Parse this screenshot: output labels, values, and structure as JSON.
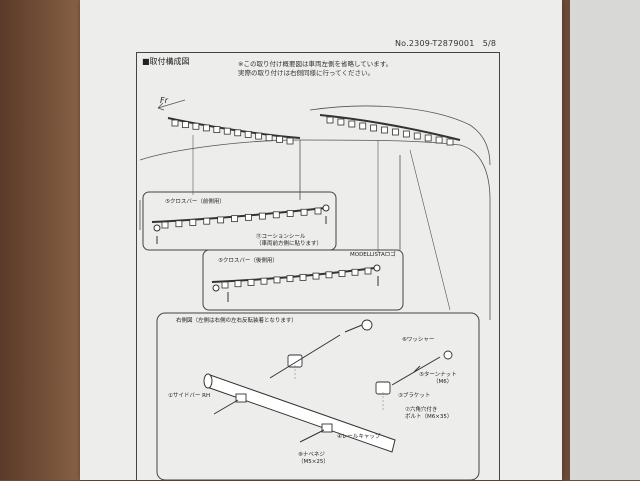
{
  "doc": {
    "number": "No.2309-T2879001",
    "page": "5/8"
  },
  "section": {
    "title": "■取付構成図",
    "note_line1": "※この取り付け概要図は車両左側を省略しています。",
    "note_line2": "実際の取り付けは右側同様に行ってください。"
  },
  "direction": "Fr",
  "labels": {
    "cross_front": "⑤クロスバー（前側用）",
    "cushion_seal": "⑪コーションシール",
    "cushion_seal_sub": "（車両前方側に貼ります）",
    "modellista_logo": "MODELLISTAロゴ",
    "cross_rear": "⑤クロスバー（後側用）",
    "detail_title": "右側図（左側は右側の左右反転装着となります）",
    "washer": "⑥ワッシャー",
    "turn_nut": "⑤ターンナット",
    "turn_nut_size": "（M6）",
    "side_bar": "①サイドバー RH",
    "bracket": "③ブラケット",
    "hex_bolt": "⑦六角穴付き",
    "hex_bolt_sub": "ボルト（M6×35）",
    "rail_cap": "④レールキャップ",
    "pan_screw": "⑧ナベネジ",
    "pan_screw_size": "（M5×25）"
  }
}
